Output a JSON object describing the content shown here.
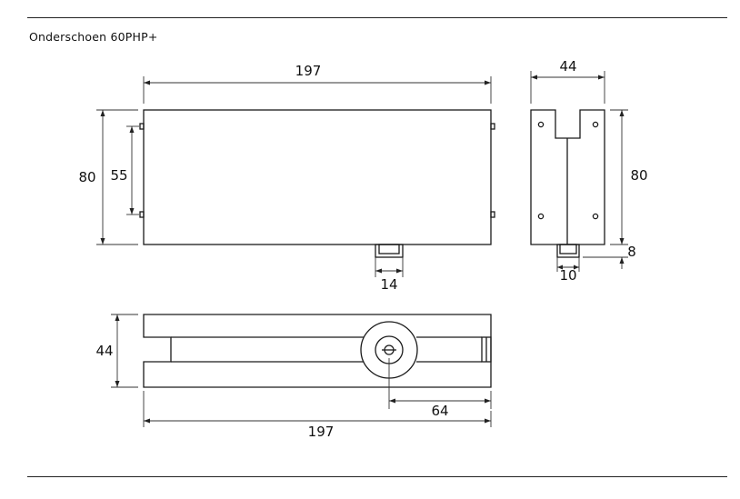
{
  "title": "Onderschoen 60PHP+",
  "colors": {
    "line": "#1a1a1a",
    "background": "#ffffff"
  },
  "dimensions": {
    "front_width": "197",
    "front_height": "80",
    "front_inner_height": "55",
    "spindle_width": "14",
    "side_width": "44",
    "side_height": "80",
    "side_spindle_height": "8",
    "side_spindle_width": "10",
    "top_height": "44",
    "top_spindle_offset": "64",
    "top_width": "197"
  }
}
